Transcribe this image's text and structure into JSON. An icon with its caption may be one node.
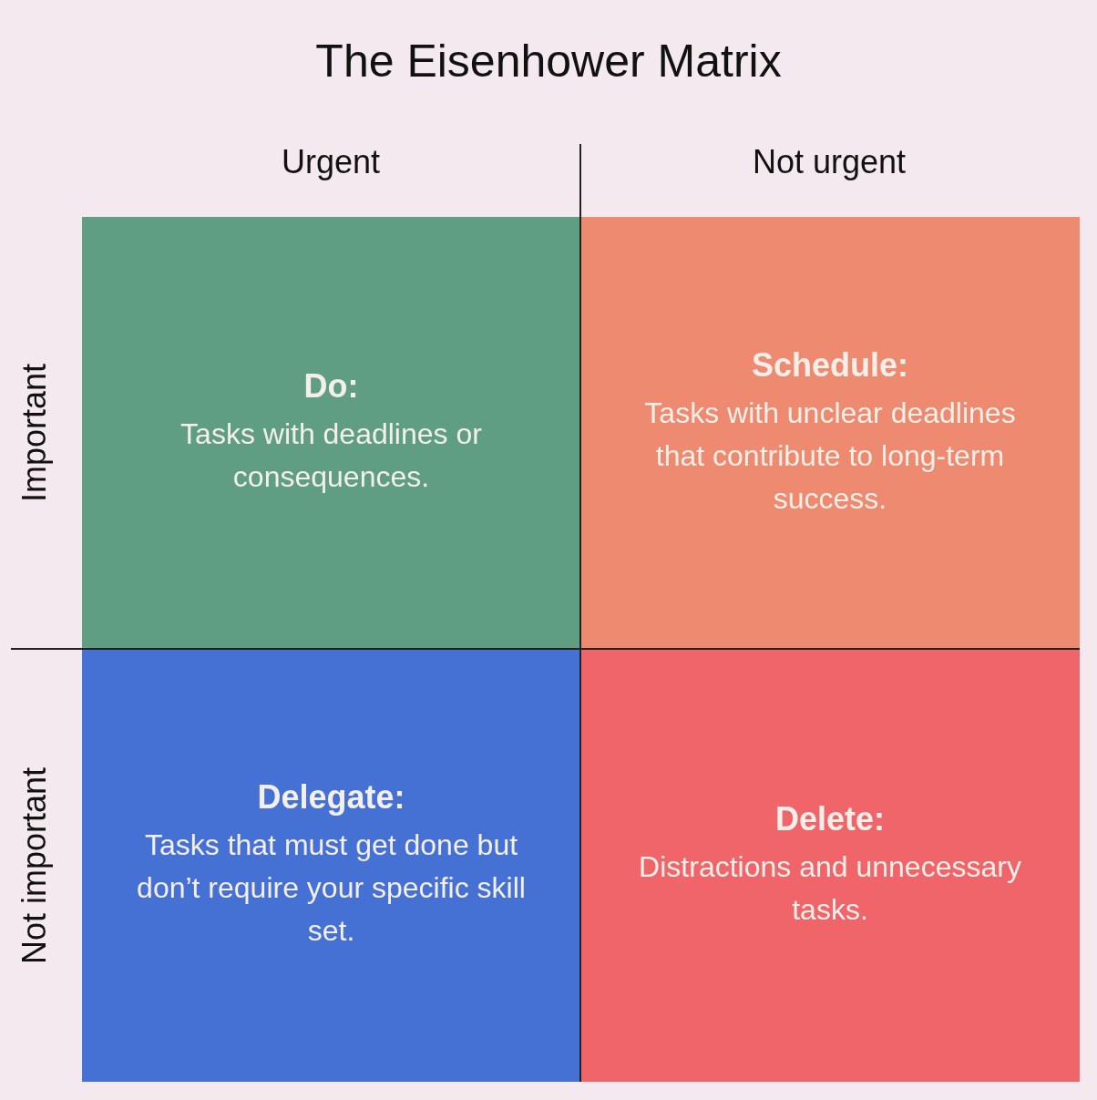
{
  "diagram": {
    "title": "The Eisenhower Matrix",
    "nodes": [
      {
        "text": [
          "Do:",
          "Tasks with deadlines or consequences."
        ]
      },
      {
        "text": [
          "Schedule:",
          "Tasks with unclear deadlines that contribute to long-term success."
        ]
      },
      {
        "text": [
          "Delegate:",
          "Tasks that must get done but don’t require your specific skill set."
        ]
      },
      {
        "text": [
          "Delete:",
          "Distractions and unnecessary tasks."
        ]
      }
    ],
    "edges": [],
    "labels": [
      "Urgent",
      "Not urgent",
      "Important",
      "Not important"
    ]
  }
}
